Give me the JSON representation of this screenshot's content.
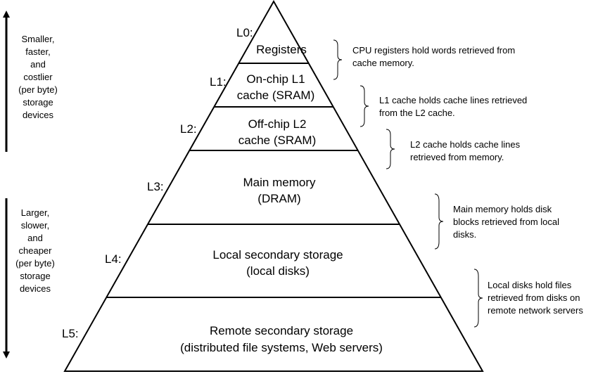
{
  "top_arrow_label": [
    "Smaller,",
    "faster,",
    "and",
    "costlier",
    "(per byte)",
    "storage",
    "devices"
  ],
  "bottom_arrow_label": [
    "Larger,",
    "slower,",
    "and",
    "cheaper",
    "(per byte)",
    "storage",
    "devices"
  ],
  "levels": [
    {
      "label": "L0:",
      "lines": [
        "Registers"
      ],
      "note": [
        "CPU registers hold words retrieved from",
        "cache memory."
      ]
    },
    {
      "label": "L1:",
      "lines": [
        "On-chip L1",
        "cache (SRAM)"
      ],
      "note": [
        "L1 cache holds cache lines retrieved",
        "from the L2 cache."
      ]
    },
    {
      "label": "L2:",
      "lines": [
        "Off-chip L2",
        "cache (SRAM)"
      ],
      "note": [
        "L2 cache holds cache lines",
        "retrieved from memory."
      ]
    },
    {
      "label": "L3:",
      "lines": [
        "Main memory",
        "(DRAM)"
      ],
      "note": [
        "Main memory holds disk",
        "blocks retrieved from local",
        "disks."
      ]
    },
    {
      "label": "L4:",
      "lines": [
        "Local secondary storage",
        "(local disks)"
      ],
      "note": [
        "Local disks hold files",
        "retrieved from disks on",
        "remote network servers"
      ]
    },
    {
      "label": "L5:",
      "lines": [
        "Remote secondary storage",
        "(distributed file systems, Web servers)"
      ],
      "note": []
    }
  ]
}
